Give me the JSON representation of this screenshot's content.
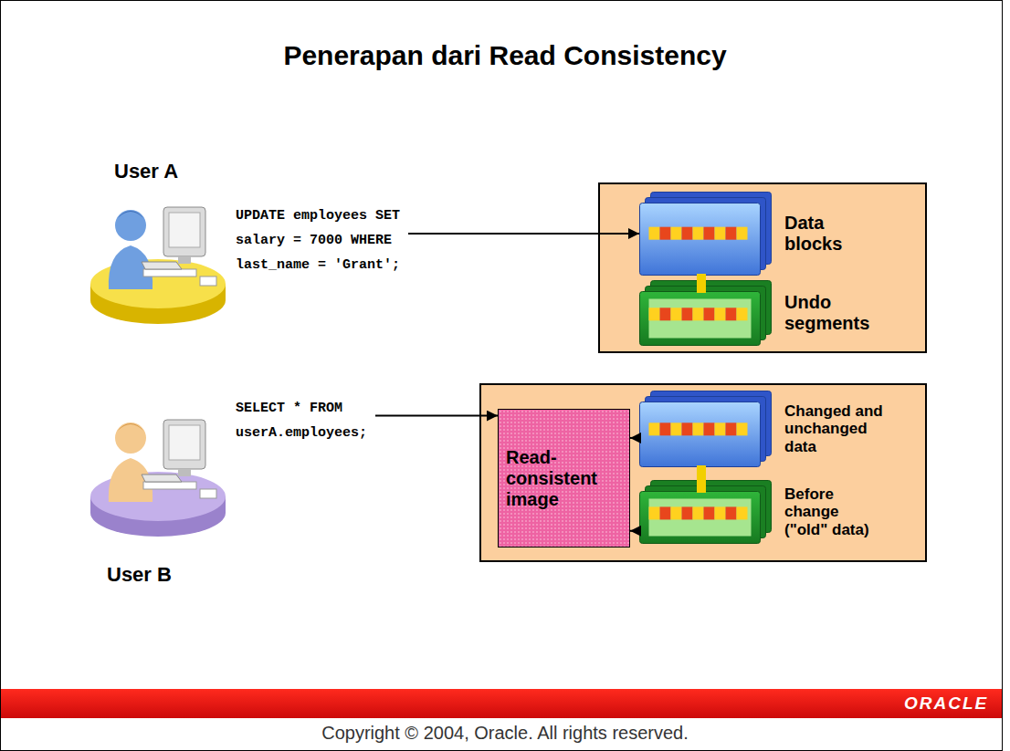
{
  "diagram": {
    "title": "Penerapan dari Read Consistency",
    "nodes": [
      {
        "text": [
          "User A",
          "UPDATE employees SET salary = 7000 WHERE last_name = 'Grant';"
        ]
      },
      {
        "text": []
      },
      {
        "text": [
          "Data blocks"
        ],
        "in": 1
      },
      {
        "text": [
          "Undo segments"
        ],
        "in": 1
      },
      {
        "text": [
          "User B",
          "SELECT * FROM userA.employees;"
        ]
      },
      {
        "text": []
      },
      {
        "text": [
          "Read-consistent image"
        ],
        "in": 5
      },
      {
        "text": [
          "Changed and unchanged data"
        ],
        "in": 5
      },
      {
        "text": [
          "Before change (\"old\" data)"
        ],
        "in": 5
      }
    ],
    "edges": [
      {
        "from": 0,
        "to": 2,
        "arrow": "to"
      },
      {
        "from": 2,
        "to": 3,
        "arrow": "none"
      },
      {
        "from": 4,
        "to": 6,
        "arrow": "to"
      },
      {
        "from": 7,
        "to": 6,
        "arrow": "to"
      },
      {
        "from": 8,
        "to": 6,
        "arrow": "to"
      },
      {
        "from": 7,
        "to": 8,
        "arrow": "none"
      }
    ],
    "labels": [
      "ORACLE",
      "Copyright © 2004, Oracle. All rights reserved."
    ]
  }
}
